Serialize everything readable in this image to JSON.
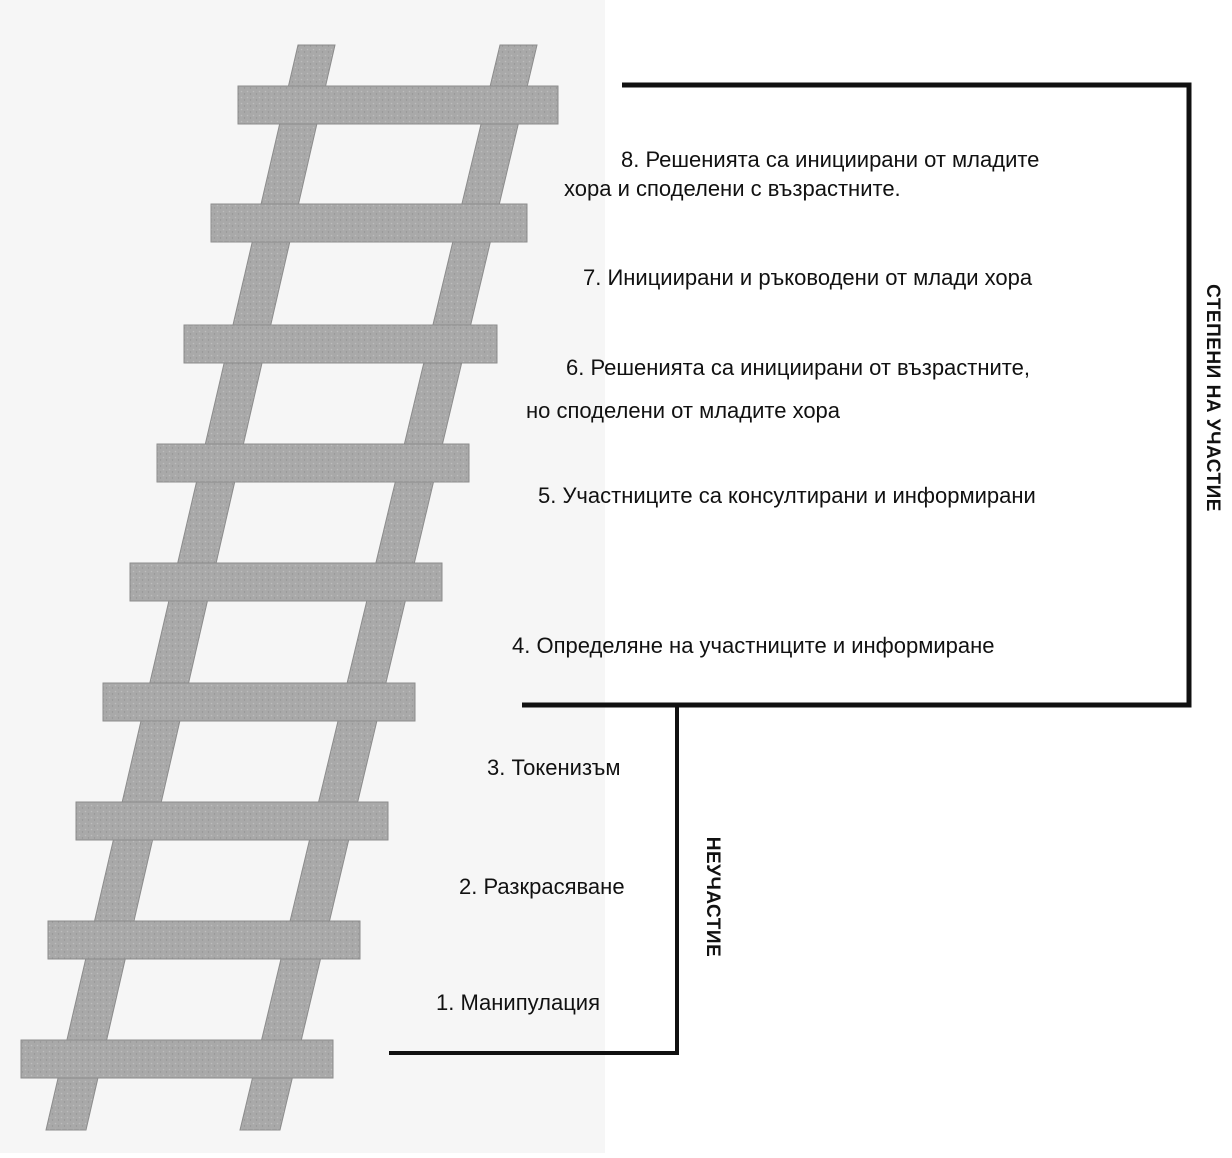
{
  "groups": {
    "participation_label": "СТЕПЕНИ НА УЧАСТИЕ",
    "non_participation_label": "НЕУЧАСТИЕ"
  },
  "steps": {
    "s8_line1": "8. Решенията са инициирани от младите",
    "s8_line2": "хора и споделени с възрастните.",
    "s7": "7. Инициирани и ръководени от млади хора",
    "s6_line1": "6. Решенията са инициирани от възрастните,",
    "s6_line2": "но споделени от младите хора",
    "s5": "5. Участниците са консултирани и информирани",
    "s4": "4. Определяне на участниците и информиране",
    "s3": "3. Токенизъм",
    "s2": "2. Разкрасяване",
    "s1": "1. Манипулация"
  },
  "colors": {
    "ladder_fill": "#a9a9a9",
    "ladder_shade": "#8c8c8c",
    "background_texture": "#f4f4f4",
    "line": "#111111"
  },
  "icons": {
    "ladder": "ladder-illustration"
  }
}
